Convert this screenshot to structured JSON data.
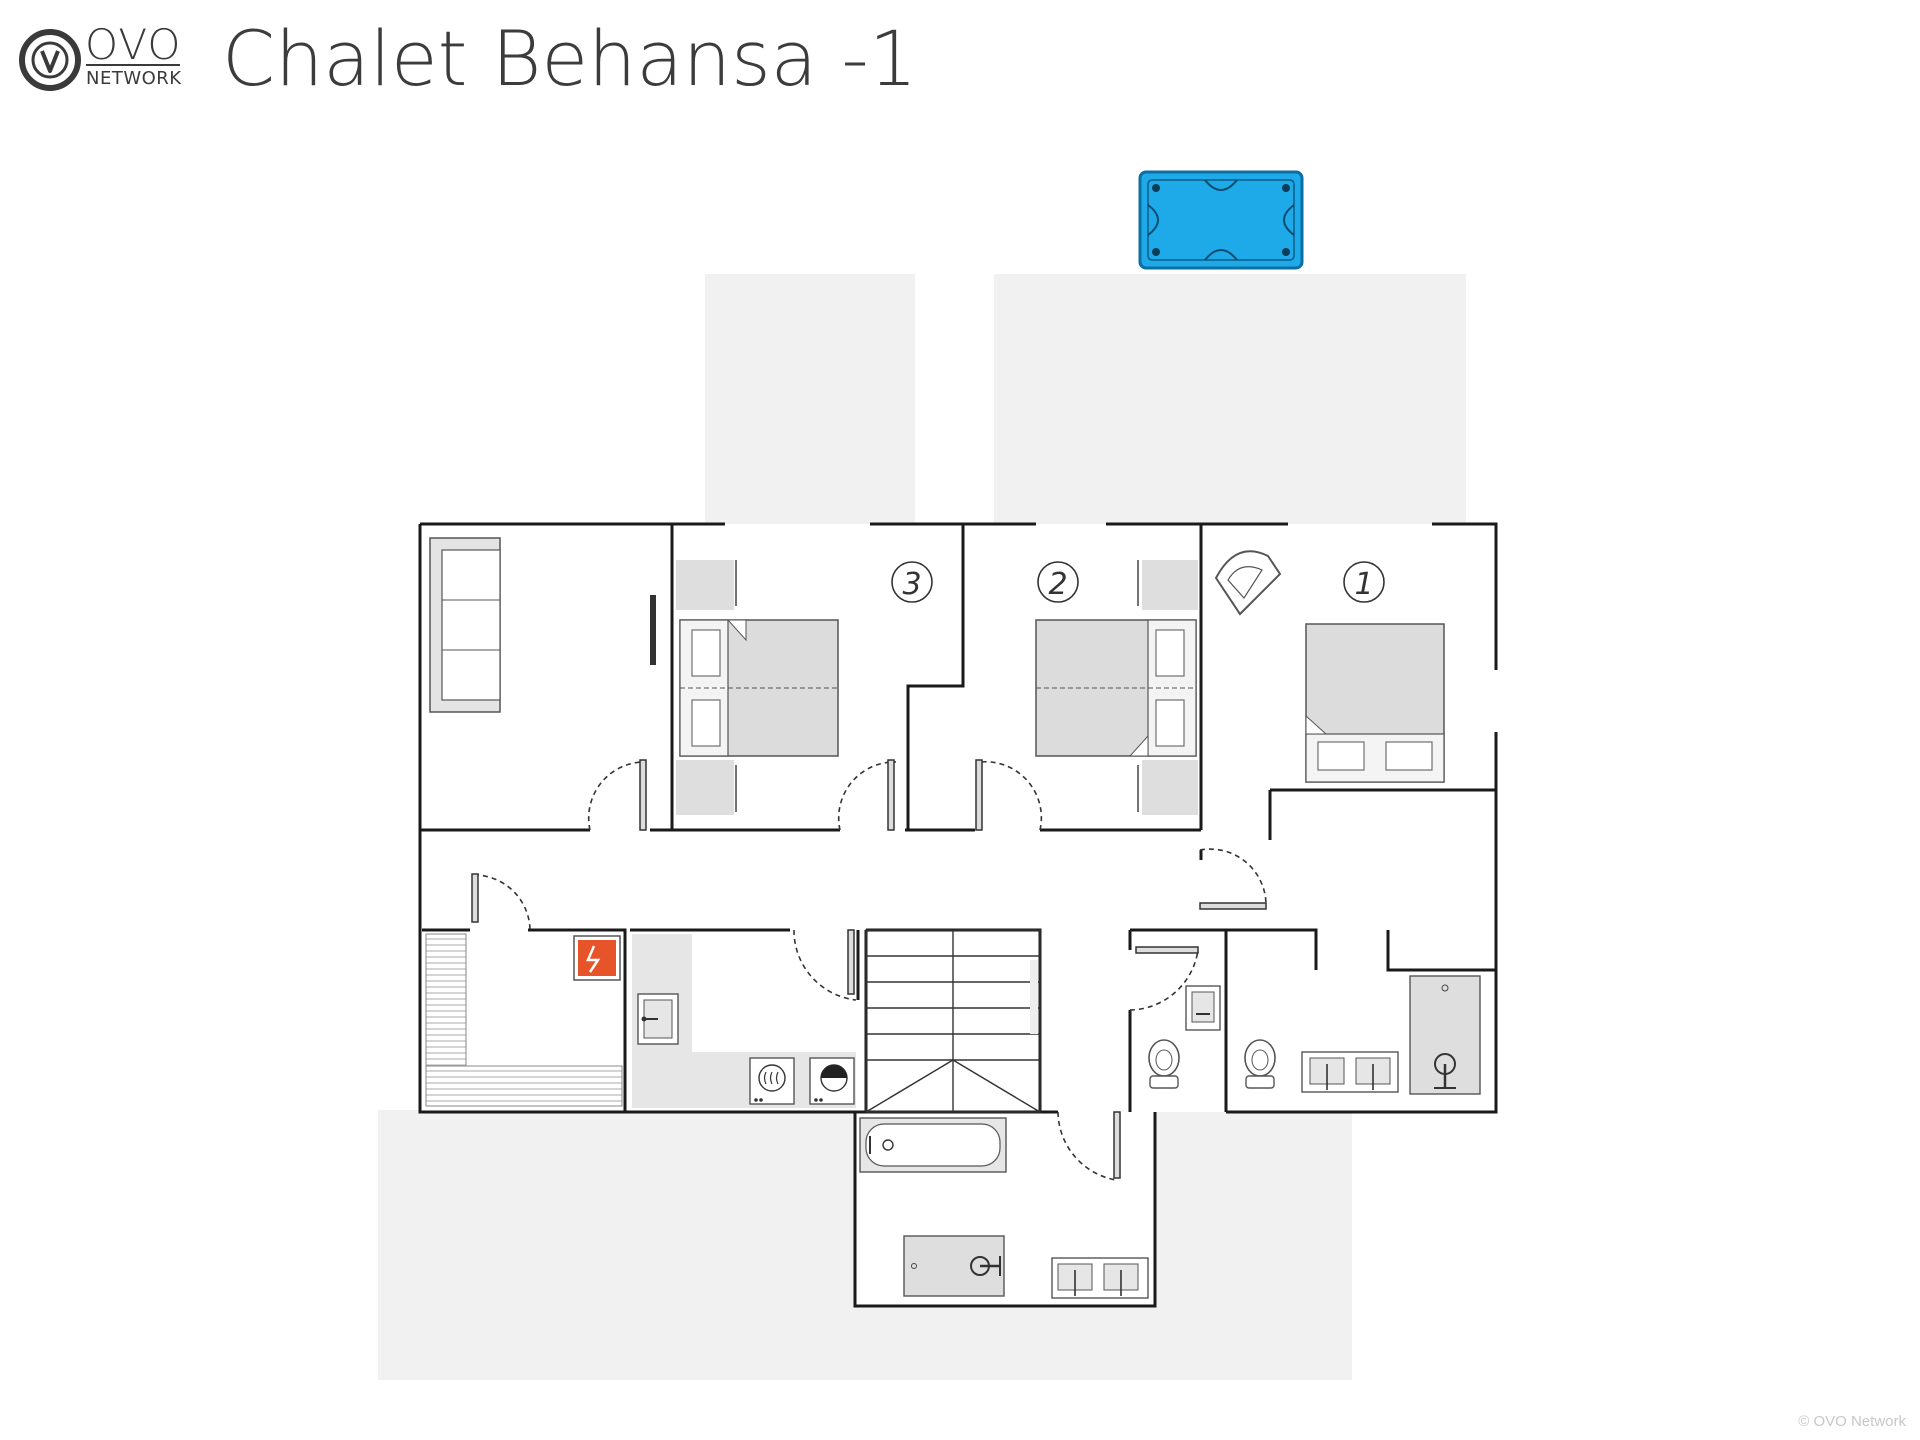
{
  "header": {
    "logo_main": "OVO",
    "logo_sub": "NETWORK",
    "title": "Chalet Behansa -1"
  },
  "rooms": [
    {
      "id": "bedroom-3",
      "number": "3"
    },
    {
      "id": "bedroom-2",
      "number": "2"
    },
    {
      "id": "bedroom-1",
      "number": "1"
    }
  ],
  "icons": {
    "hot_tub": "hot-tub-icon",
    "sofa": "sofa-icon",
    "tv": "tv-icon",
    "double_bed": "double-bed-icon",
    "armchair": "armchair-icon",
    "sauna_bench": "sauna-bench-icon",
    "sauna_heater": "sauna-heater-icon",
    "sink": "sink-icon",
    "dryer": "dryer-icon",
    "washing_machine": "washing-machine-icon",
    "staircase": "staircase-icon",
    "toilet": "toilet-icon",
    "double_sink": "double-sink-icon",
    "shower": "shower-icon",
    "bathtub": "bathtub-icon"
  },
  "colors": {
    "wall": "#1a1a1a",
    "outdoor_area": "#f1f1f1",
    "furniture": "#dcdcdc",
    "hot_tub": "#1ea9e8",
    "sauna_heater": "#e8542a"
  },
  "copyright": "© OVO Network"
}
